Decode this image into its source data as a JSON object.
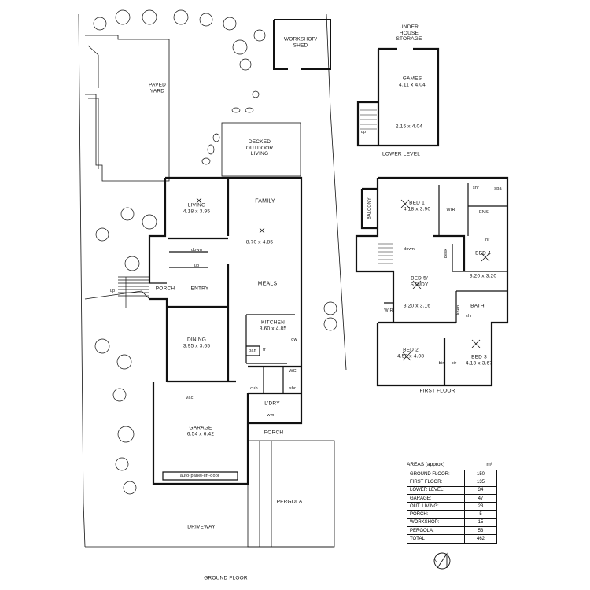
{
  "plan": {
    "ground_floor_title": "GROUND FLOOR",
    "first_floor_title": "FIRST FLOOR",
    "lower_level_title": "LOWER LEVEL"
  },
  "rooms": {
    "paved_yard": "PAVED\nYARD",
    "workshop": "WORKSHOP/\nSHED",
    "decked": "DECKED\nOUTDOOR\nLIVING",
    "living": "LIVING\n4.18 x 3.95",
    "family": "FAMILY",
    "family_dim": "8.70 x 4.85",
    "meals": "MEALS",
    "kitchen": "KITCHEN\n3.60 x 4.85",
    "dining": "DINING\n3.95 x 3.65",
    "entry": "ENTRY",
    "porch_front": "PORCH",
    "porch_rear": "PORCH",
    "laundry": "L'DRY",
    "wc": "WC",
    "cub": "cub",
    "shr_gf": "shr",
    "wm": "wm",
    "pan": "pan",
    "dw": "dw",
    "fr": "fr",
    "vac": "vac",
    "garage": "GARAGE\n6.54 x 6.42",
    "garage_door": "auto-panel-lift-door",
    "pergola": "PERGOLA",
    "driveway": "DRIVEWAY",
    "down_gf": "down",
    "up_gf": "up",
    "up_porch": "up",
    "under_storage": "UNDER\nHOUSE\nSTORAGE",
    "games": "GAMES\n4.11 x 4.04",
    "lower_dim": "2.15 x 4.04",
    "up_lower": "up",
    "balcony": "BALCONY",
    "bed1": "BED 1\n4.18 x 3.90",
    "wir1": "WIR",
    "shr_ens": "shr",
    "spa": "spa",
    "ens": "ENS",
    "lnr1": "lnr",
    "down_ff": "down",
    "desk": "desk",
    "bed4": "BED 4",
    "bed4_dim": "3.20 x 3.20",
    "bed5": "BED 5/\nSTUDY",
    "bed5_dim": "3.20 x 3.16",
    "wir5": "WIR",
    "linen": "linen",
    "bath": "BATH",
    "shr_bath": "shr",
    "bed2": "BED 2\n4.52 x 4.08",
    "bir2": "bir",
    "bir3": "bir",
    "bed3": "BED 3\n4.13 x 3.67"
  },
  "areas": {
    "title": "AREAS (approx)",
    "unit": "m²",
    "rows": [
      {
        "label": "GROUND FLOOR:",
        "value": "150"
      },
      {
        "label": "FIRST FLOOR:",
        "value": "135"
      },
      {
        "label": "LOWER LEVEL:",
        "value": "34"
      },
      {
        "label": "GARAGE:",
        "value": "47"
      },
      {
        "label": "OUT. LIVING:",
        "value": "23"
      },
      {
        "label": "PORCH:",
        "value": "5"
      },
      {
        "label": "WORKSHOP:",
        "value": "15"
      },
      {
        "label": "PERGOLA:",
        "value": "53"
      },
      {
        "label": "TOTAL",
        "value": "462"
      }
    ]
  },
  "north_label": "N",
  "colors": {
    "ink": "#111111",
    "background": "#ffffff"
  }
}
